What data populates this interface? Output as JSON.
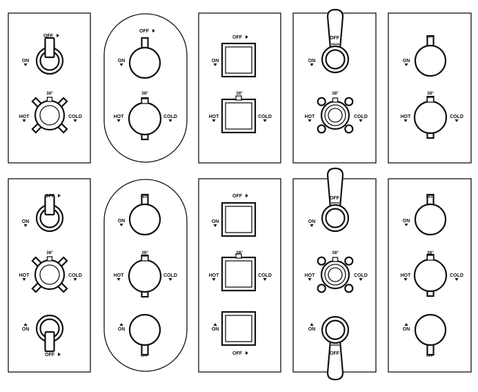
{
  "labels": {
    "off": "OFF",
    "on": "ON",
    "hot": "HOT",
    "cold": "COLD",
    "temp": "38°"
  },
  "rows": [
    {
      "name": "two-outlet",
      "panels": [
        "rect-round",
        "oval-round",
        "rect-square",
        "rect-lever",
        "rect-slim"
      ]
    },
    {
      "name": "three-outlet",
      "panels": [
        "rect-round",
        "oval-round",
        "rect-square",
        "rect-lever",
        "rect-slim"
      ]
    }
  ],
  "colors": {
    "line": "#111111",
    "background": "#ffffff"
  }
}
